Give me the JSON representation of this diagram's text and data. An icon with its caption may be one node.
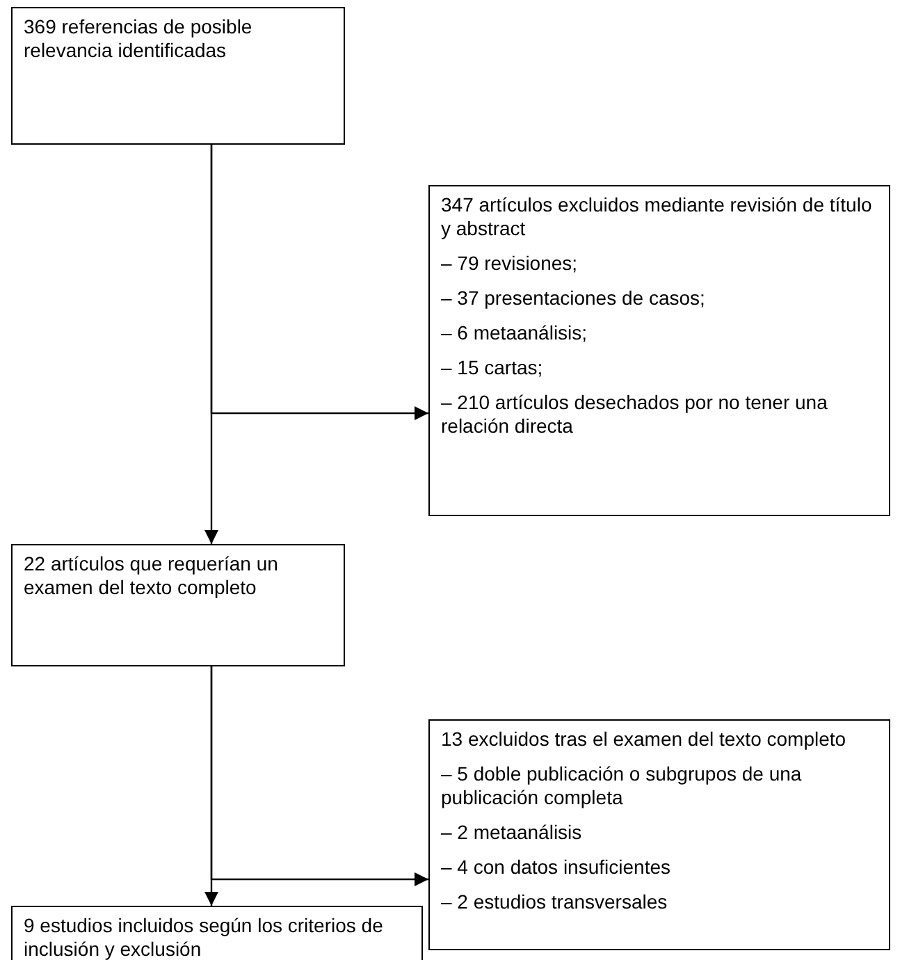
{
  "diagram": {
    "nodes": [
      {
        "text": [
          "369 referencias de posible relevancia identificadas"
        ]
      },
      {
        "text": [
          "347 artículos excluidos mediante revisión de título y abstract",
          "– 79 revisiones;",
          "– 37 presentaciones de casos;",
          "– 6 metaanálisis;",
          "– 15 cartas;",
          "– 210 artículos desechados por no tener una relación directa"
        ]
      },
      {
        "text": [
          "22 artículos que requerían un examen del texto completo"
        ]
      },
      {
        "text": [
          "13 excluidos tras el examen del texto completo",
          "– 5 doble publicación o subgrupos de una publicación completa",
          "– 2 metaanálisis",
          "– 4 con datos insuficientes",
          "– 2 estudios transversales"
        ]
      },
      {
        "text": [
          "9 estudios incluidos según los criterios de inclusión y exclusión"
        ]
      }
    ],
    "edges": [
      {
        "from": 0,
        "to": 2,
        "arrow": "to"
      },
      {
        "from": 0,
        "to": 1,
        "arrow": "to"
      },
      {
        "from": 2,
        "to": 4,
        "arrow": "to"
      },
      {
        "from": 2,
        "to": 3,
        "arrow": "to"
      }
    ]
  }
}
